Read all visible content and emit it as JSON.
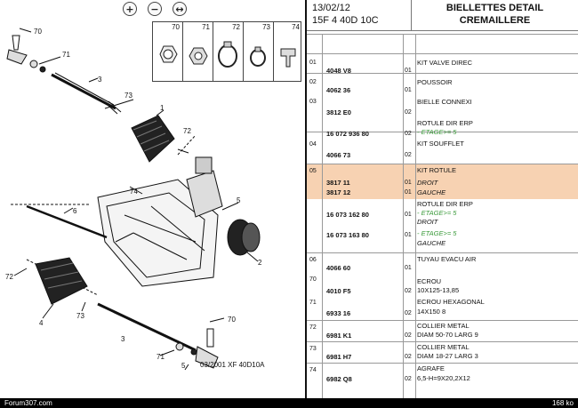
{
  "toolbar": {
    "zoom_in": "+",
    "zoom_out": "−",
    "zoom_fit": "↔"
  },
  "thumbs": [
    {
      "num": "70"
    },
    {
      "num": "71"
    },
    {
      "num": "72"
    },
    {
      "num": "73"
    },
    {
      "num": "74"
    }
  ],
  "diagram": {
    "callouts": [
      "70",
      "71",
      "3",
      "73",
      "1",
      "72",
      "74",
      "6",
      "5",
      "2",
      "72",
      "4",
      "73",
      "70",
      "3",
      "71",
      "5"
    ],
    "footer": "03/2001    XF 40D10A"
  },
  "header": {
    "date": "13/02/12",
    "code": "15F 4 40D 10C",
    "title1": "BIELLETTES DETAIL",
    "title2": "CREMAILLERE"
  },
  "rows": [
    {
      "num": "01",
      "ref": "",
      "qty": "",
      "lines": [
        "KIT VALVE DIREC"
      ]
    },
    {
      "num": "",
      "ref": "4048 V8",
      "qty": "01",
      "lines": [
        ""
      ]
    },
    {
      "num": "02",
      "ref": "",
      "qty": "",
      "lines": [
        "POUSSOIR"
      ]
    },
    {
      "num": "",
      "ref": "4062 36",
      "qty": "01",
      "lines": [
        ""
      ]
    },
    {
      "num": "03",
      "ref": "",
      "qty": "",
      "lines": [
        "BIELLE CONNEXI"
      ]
    },
    {
      "num": "",
      "ref": "3812 E0",
      "qty": "02",
      "lines": [
        ""
      ]
    },
    {
      "num": "",
      "ref": "",
      "qty": "",
      "lines": [
        "ROTULE DIR ERP"
      ]
    },
    {
      "num": "",
      "ref": "16 072 936 80",
      "qty": "02",
      "lines": [
        "- ETAGE>= 5"
      ]
    },
    {
      "num": "04",
      "ref": "4066 73",
      "qty": "02",
      "lines": [
        "KIT SOUFFLET"
      ]
    },
    {
      "num": "05",
      "ref": "",
      "qty": "",
      "lines": [
        "KIT ROTULE"
      ]
    },
    {
      "num": "",
      "ref": "3817 11",
      "qty": "01",
      "lines": [
        "DROIT"
      ]
    },
    {
      "num": "",
      "ref": "3817 12",
      "qty": "01",
      "lines": [
        "GAUCHE"
      ]
    },
    {
      "num": "",
      "ref": "",
      "qty": "",
      "lines": [
        "ROTULE DIR ERP"
      ]
    },
    {
      "num": "",
      "ref": "16 073 162 80",
      "qty": "01",
      "lines": [
        "- ETAGE>= 5"
      ]
    },
    {
      "num": "",
      "ref": "",
      "qty": "",
      "lines": [
        "DROIT"
      ]
    },
    {
      "num": "",
      "ref": "16 073 163 80",
      "qty": "01",
      "lines": [
        "- ETAGE>= 5"
      ]
    },
    {
      "num": "",
      "ref": "",
      "qty": "",
      "lines": [
        "GAUCHE"
      ]
    },
    {
      "num": "06",
      "ref": "",
      "qty": "",
      "lines": [
        "TUYAU EVACU AIR"
      ]
    },
    {
      "num": "",
      "ref": "4066 60",
      "qty": "01",
      "lines": [
        ""
      ]
    },
    {
      "num": "",
      "ref": "",
      "qty": "",
      "lines": [
        "ECROU"
      ]
    },
    {
      "num": "70",
      "ref": "4010 F5",
      "qty": "02",
      "lines": [
        "10X125-13,85"
      ]
    },
    {
      "num": "",
      "ref": "",
      "qty": "",
      "lines": [
        "ECROU HEXAGONAL"
      ]
    },
    {
      "num": "71",
      "ref": "6933 16",
      "qty": "02",
      "lines": [
        "14X150 8"
      ]
    },
    {
      "num": "72",
      "ref": "",
      "qty": "",
      "lines": [
        "COLLIER METAL"
      ]
    },
    {
      "num": "",
      "ref": "6981 K1",
      "qty": "02",
      "lines": [
        "DIAM 50-70 LARG 9"
      ]
    },
    {
      "num": "73",
      "ref": "",
      "qty": "",
      "lines": [
        "COLLIER METAL"
      ]
    },
    {
      "num": "",
      "ref": "6981 H7",
      "qty": "02",
      "lines": [
        "DIAM 18-27 LARG 3"
      ]
    },
    {
      "num": "74",
      "ref": "",
      "qty": "",
      "lines": [
        "AGRAFE"
      ]
    },
    {
      "num": "",
      "ref": "6982 Q8",
      "qty": "02",
      "lines": [
        "6,5-H=9X20,2X12"
      ]
    }
  ],
  "status": {
    "left": "Forum307.com",
    "right": "168 ko"
  }
}
